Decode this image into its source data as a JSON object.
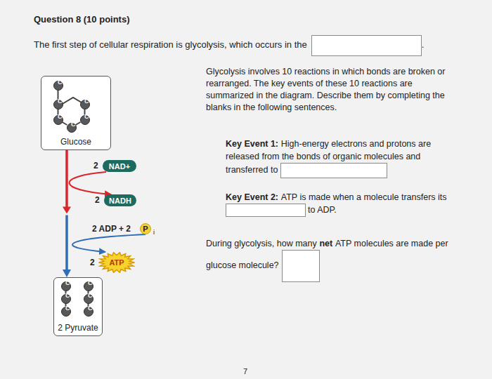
{
  "diagram": {
    "title": "Question 8 (10 points)",
    "nodes": [
      {
        "text": [
          "Glucose"
        ]
      },
      {
        "text": [
          "C"
        ],
        "in": 0
      },
      {
        "text": [
          "C"
        ],
        "in": 0
      },
      {
        "text": [
          "C"
        ],
        "in": 0
      },
      {
        "text": [
          "C"
        ],
        "in": 0
      },
      {
        "text": [
          "C"
        ],
        "in": 0
      },
      {
        "text": [
          "C"
        ],
        "in": 0
      },
      {
        "text": [
          "NAD+"
        ]
      },
      {
        "text": [
          "NADH"
        ]
      },
      {
        "text": [
          "P"
        ]
      },
      {
        "text": [
          "ATP"
        ]
      },
      {
        "text": [
          "2 Pyruvate"
        ]
      },
      {
        "text": [
          "C"
        ],
        "in": 11
      },
      {
        "text": [
          "C"
        ],
        "in": 11
      },
      {
        "text": [
          "C"
        ],
        "in": 11
      },
      {
        "text": [
          "C"
        ],
        "in": 11
      },
      {
        "text": [
          "C"
        ],
        "in": 11
      },
      {
        "text": [
          "C"
        ],
        "in": 11
      }
    ],
    "edges": [
      {
        "from": 0,
        "to": 11,
        "arrow": "to"
      },
      {
        "from": 7,
        "to": 8,
        "arrow": "to"
      },
      {
        "from": 9,
        "to": 10,
        "arrow": "to"
      },
      {
        "from": 1,
        "to": 2,
        "arrow": "none"
      },
      {
        "from": 2,
        "to": 4,
        "arrow": "none"
      },
      {
        "from": 4,
        "to": 5,
        "arrow": "none"
      },
      {
        "from": 5,
        "to": 6,
        "arrow": "none"
      },
      {
        "from": 6,
        "to": 3,
        "arrow": "none"
      },
      {
        "from": 12,
        "to": 13,
        "arrow": "none"
      },
      {
        "from": 13,
        "to": 14,
        "arrow": "none"
      },
      {
        "from": 15,
        "to": 16,
        "arrow": "none"
      },
      {
        "from": 16,
        "to": 17,
        "arrow": "none"
      }
    ],
    "labels": [
      "The first step of cellular respiration is glycolysis, which occurs in the",
      ".",
      "Glycolysis involves 10 reactions in which bonds are broken or rearranged. The key events of these 10 reactions are summarized in the diagram. Describe them by completing the blanks in the following sentences.",
      "Key Event 1:",
      "High-energy electrons and protons are released from the bonds of organic molecules and transferred to",
      "Key Event 2:",
      "ATP is made when a molecule transfers its",
      "to ADP.",
      "During glycolysis, how many",
      "net",
      "ATP molecules are made per glucose molecule?",
      "2",
      "2",
      "2 ADP + 2",
      "i",
      "2",
      "7"
    ]
  }
}
